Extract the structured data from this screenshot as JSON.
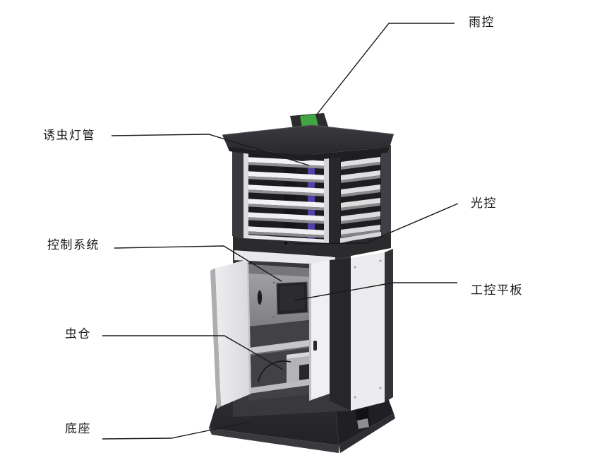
{
  "figure": {
    "type": "labeled-parts-diagram",
    "subject": "insect pest monitoring lamp device",
    "background_color": "#ffffff"
  },
  "labels": {
    "rain_control": "雨控",
    "lamp_tube": "诱虫灯管",
    "light_control": "光控",
    "control_system": "控制系统",
    "industrial_tablet": "工控平板",
    "insect_chamber": "虫仓",
    "base": "底座"
  },
  "colors": {
    "leader_line": "#1a1a1a",
    "label_text": "#1a1a1a",
    "device_dark": "#2c2c2f",
    "panel_light": "#ececee",
    "lamp_purple": "#5340a8",
    "sensor_green": "#3fa73f"
  }
}
